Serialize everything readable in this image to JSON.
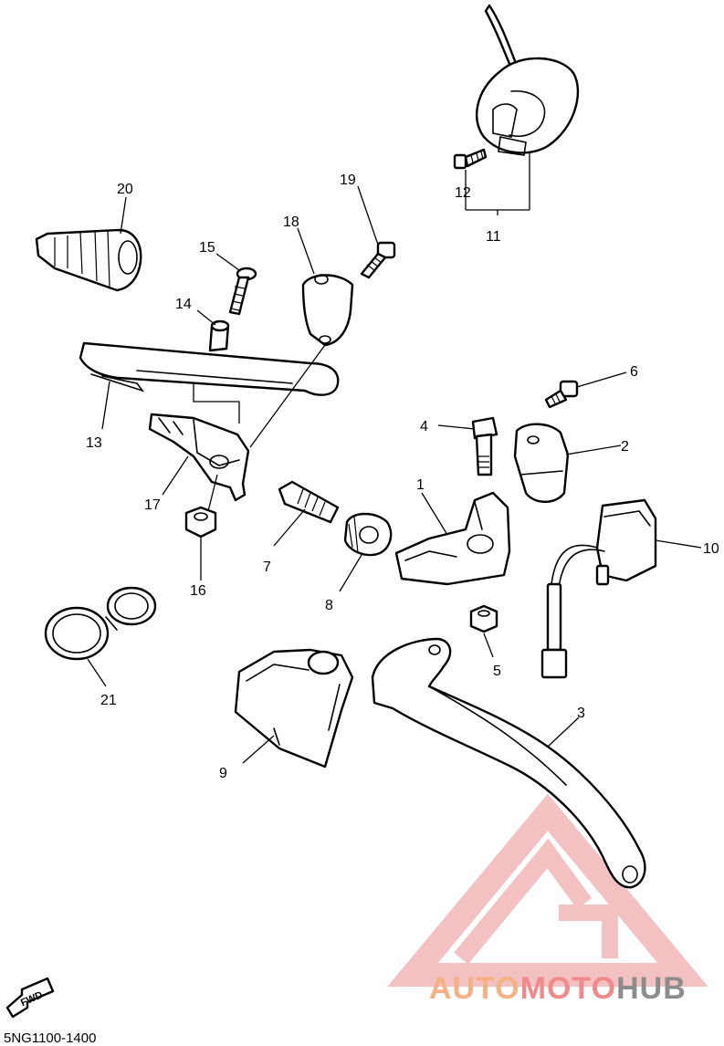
{
  "diagram_code": "5NG1100-1400",
  "fwd_label": "FWD",
  "callouts": [
    {
      "id": "1",
      "label": "1"
    },
    {
      "id": "2",
      "label": "2"
    },
    {
      "id": "3",
      "label": "3"
    },
    {
      "id": "4",
      "label": "4"
    },
    {
      "id": "5",
      "label": "5"
    },
    {
      "id": "6",
      "label": "6"
    },
    {
      "id": "7",
      "label": "7"
    },
    {
      "id": "8",
      "label": "8"
    },
    {
      "id": "9",
      "label": "9"
    },
    {
      "id": "10",
      "label": "10"
    },
    {
      "id": "11",
      "label": "11"
    },
    {
      "id": "12",
      "label": "12"
    },
    {
      "id": "13",
      "label": "13"
    },
    {
      "id": "14",
      "label": "14"
    },
    {
      "id": "15",
      "label": "15"
    },
    {
      "id": "16",
      "label": "16"
    },
    {
      "id": "17",
      "label": "17"
    },
    {
      "id": "18",
      "label": "18"
    },
    {
      "id": "19",
      "label": "19"
    },
    {
      "id": "20",
      "label": "20"
    },
    {
      "id": "21",
      "label": "21"
    }
  ],
  "watermark": {
    "part1": "AUTO",
    "part2": "MOTO",
    "part3": "HUB",
    "color_auto": "#f4b183",
    "color_moto": "#f08a8a",
    "color_hub": "#8c8c8c",
    "logo_color": "#f2b7b7"
  }
}
